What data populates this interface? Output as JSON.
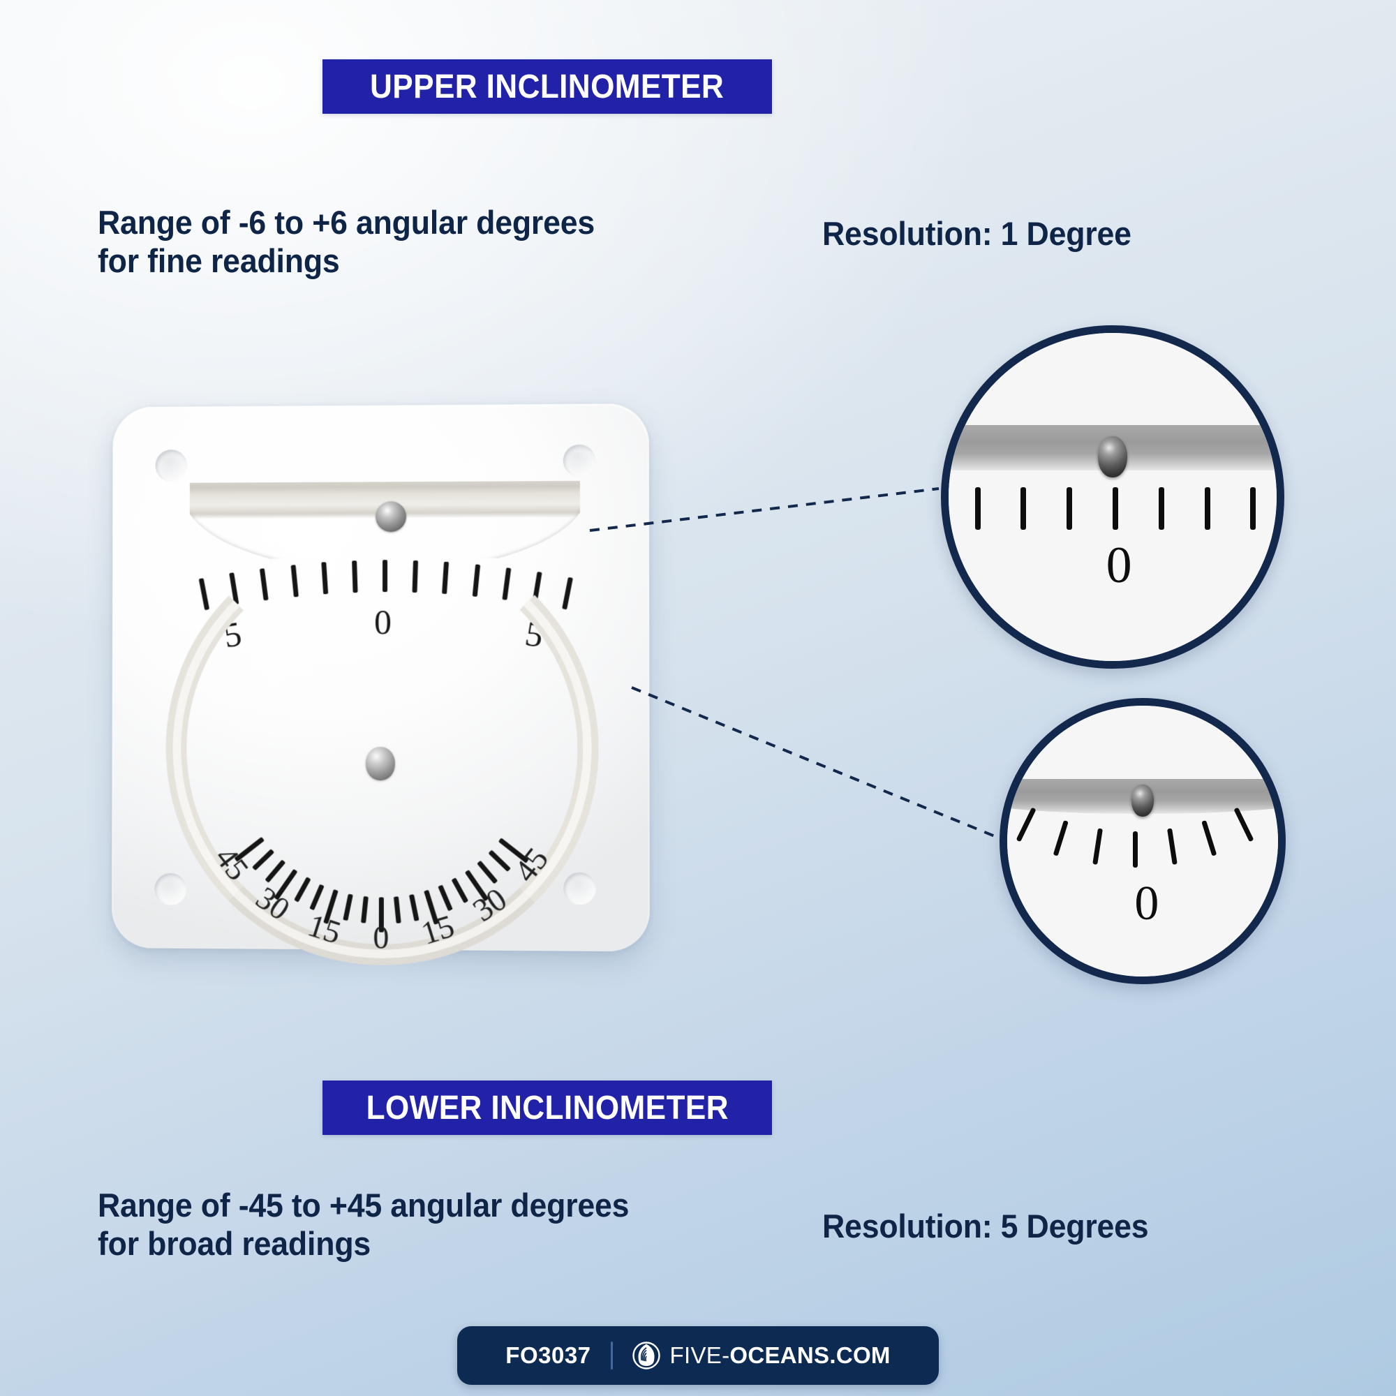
{
  "banners": {
    "upper": "UPPER INCLINOMETER",
    "lower": "LOWER INCLINOMETER"
  },
  "features": {
    "upper_range": "Range of -6 to +6 angular degrees for fine readings",
    "upper_resolution": "Resolution: 1 Degree",
    "lower_range": "Range of -45 to +45 angular degrees for broad readings",
    "lower_resolution": "Resolution: 5 Degrees"
  },
  "product": {
    "upper_scale": {
      "labels": [
        "5",
        "0",
        "5"
      ],
      "tick_count": 13,
      "range_min": -6,
      "range_max": 6,
      "resolution_degrees": 1
    },
    "lower_scale": {
      "labels": [
        "45",
        "30",
        "15",
        "0",
        "15",
        "30",
        "45"
      ],
      "tick_count": 19,
      "range_min": -45,
      "range_max": 45,
      "resolution_degrees": 5
    }
  },
  "magnifiers": {
    "upper": {
      "zero_label": "0",
      "tick_count": 7
    },
    "lower": {
      "zero_label": "0",
      "tick_count": 7
    }
  },
  "footer": {
    "sku": "FO3037",
    "brand_thin": "FIVE-",
    "brand_bold": "OCEANS.COM"
  },
  "colors": {
    "banner_blue": "#2222a8",
    "navy_text": "#0f2547",
    "magnifier_border": "#12284c",
    "footer_navy": "#0d2a52"
  }
}
